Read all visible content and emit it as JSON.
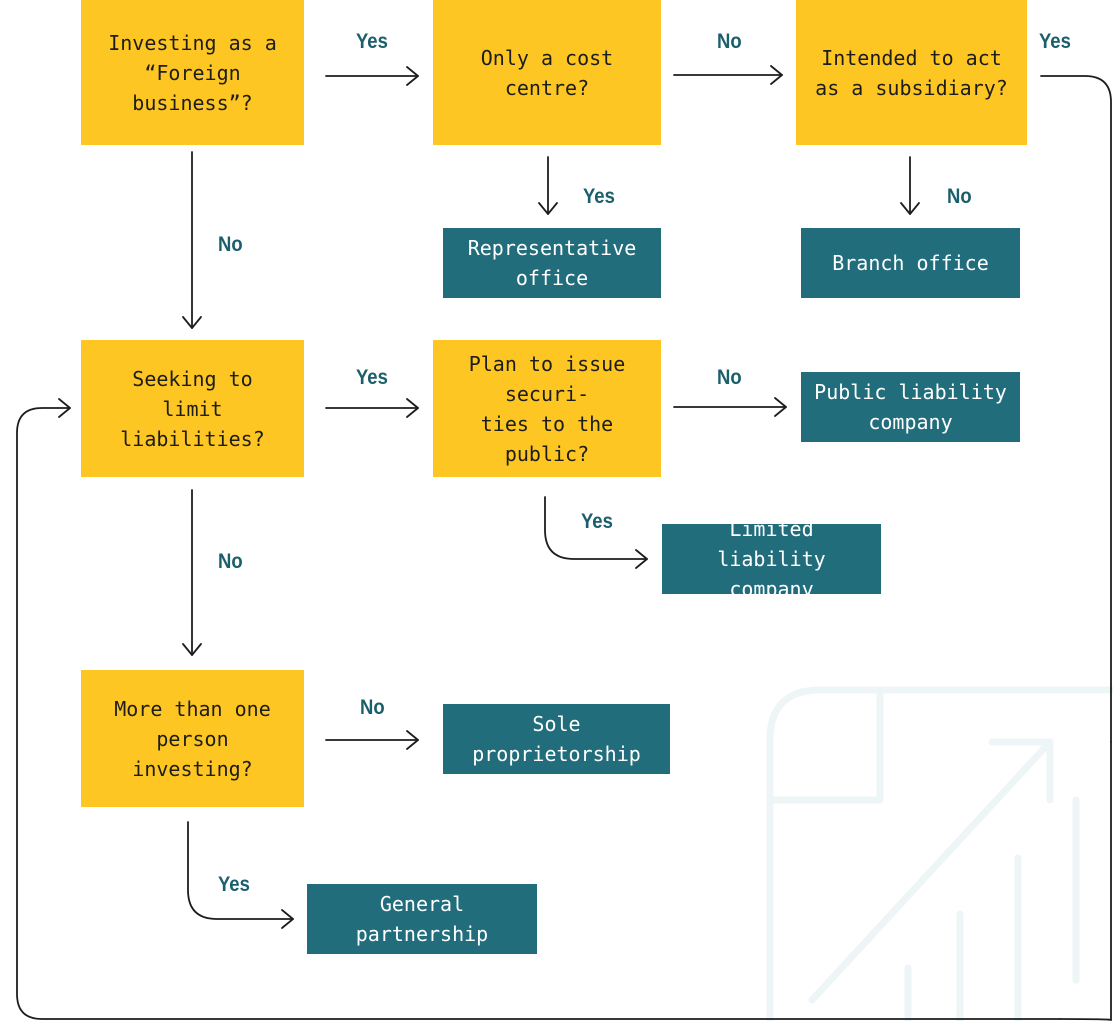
{
  "nodes": {
    "foreign_business": "Investing as a\n“Foreign business”?",
    "cost_centre": "Only a cost\ncentre?",
    "subsidiary": "Intended to act\nas a subsidiary?",
    "representative_office": "Representative\noffice",
    "branch_office": "Branch office",
    "limit_liabilities": "Seeking to\nlimit liabilities?",
    "issue_securities": "Plan to issue securi-\nties to the public?",
    "public_liability": "Public liability\ncompany",
    "limited_liability": "Limited liability\ncompany",
    "more_than_one": "More than one\nperson investing?",
    "sole_proprietorship": "Sole proprietorship",
    "general_partnership": "General partnership"
  },
  "labels": {
    "foreign_to_costcentre": "Yes",
    "costcentre_to_subsidiary": "No",
    "subsidiary_loop": "Yes",
    "costcentre_to_rep": "Yes",
    "subsidiary_to_branch": "No",
    "foreign_to_limit": "No",
    "limit_to_securities": "Yes",
    "securities_to_public": "No",
    "securities_to_limited": "Yes",
    "limit_to_more": "No",
    "more_to_sole": "No",
    "more_to_general": "Yes"
  },
  "colors": {
    "question_box": "#fdc623",
    "outcome_box": "#226d7c",
    "label_text": "#1b5f6d",
    "connector": "#1d1d1b",
    "watermark": "#eef5f6"
  },
  "watermark_icon": "document-growth-chart-icon"
}
